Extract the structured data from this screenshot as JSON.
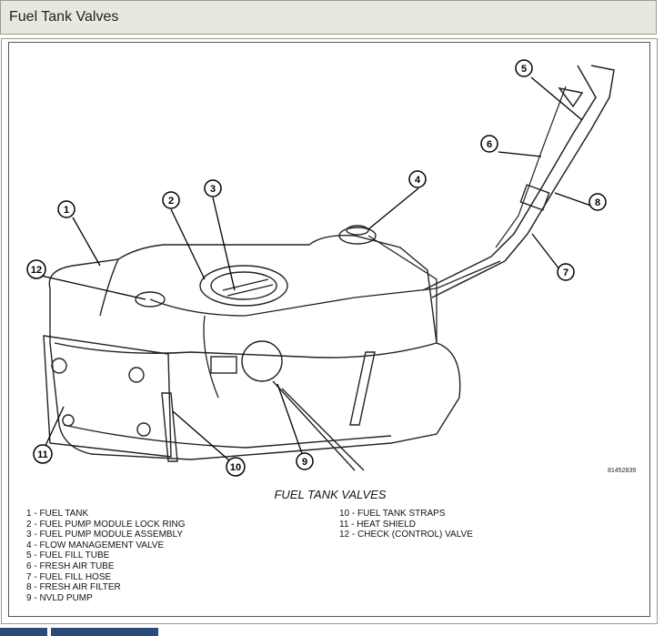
{
  "window": {
    "title": "Fuel Tank Valves"
  },
  "figure": {
    "caption": "FUEL TANK VALVES",
    "figure_id": "81452839",
    "callouts": [
      "1",
      "2",
      "3",
      "4",
      "5",
      "6",
      "7",
      "8",
      "9",
      "10",
      "11",
      "12"
    ],
    "legend_col1": [
      "1 - FUEL TANK",
      "2 - FUEL PUMP MODULE LOCK RING",
      "3 - FUEL PUMP MODULE ASSEMBLY",
      "4 - FLOW MANAGEMENT VALVE",
      "5 - FUEL FILL TUBE",
      "6 - FRESH AIR TUBE",
      "7 - FUEL FILL HOSE",
      "8 - FRESH AIR FILTER",
      "9 - NVLD PUMP"
    ],
    "legend_col2": [
      "10 - FUEL TANK STRAPS",
      "11 - HEAT SHIELD",
      "12 - CHECK (CONTROL) VALVE"
    ]
  }
}
